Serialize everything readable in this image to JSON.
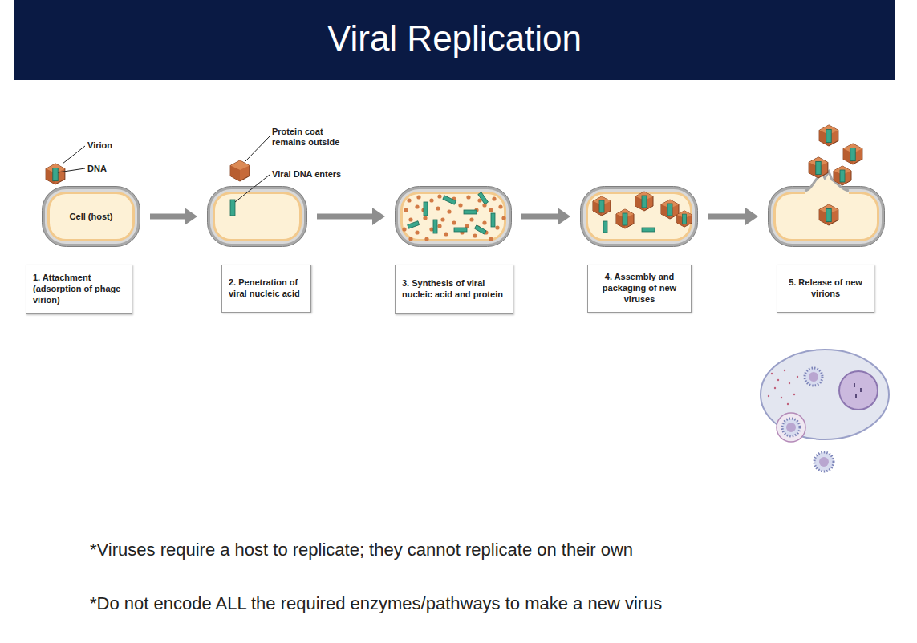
{
  "diagram": {
    "title": "Viral Replication",
    "nodes": [
      {
        "text": [
          "Cell (host)",
          "1. Attachment (adsorption of phage virion)"
        ]
      },
      {
        "text": [
          "2. Penetration of viral nucleic acid"
        ]
      },
      {
        "text": [
          "3. Synthesis of viral nucleic acid and protein"
        ]
      },
      {
        "text": [
          "4. Assembly and packaging of new viruses"
        ]
      },
      {
        "text": [
          "5. Release of new virions"
        ]
      }
    ],
    "edges": [
      {
        "from": 0,
        "to": 1,
        "arrow": "to"
      },
      {
        "from": 1,
        "to": 2,
        "arrow": "to"
      },
      {
        "from": 2,
        "to": 3,
        "arrow": "to"
      },
      {
        "from": 3,
        "to": 4,
        "arrow": "to"
      }
    ],
    "labels": [
      "Virion",
      "DNA",
      "Protein coat remains outside",
      "Viral DNA enters",
      "*Viruses require a host to replicate; they cannot replicate on their own",
      "*Do not encode ALL the required enzymes/pathways to make a new virus"
    ]
  }
}
